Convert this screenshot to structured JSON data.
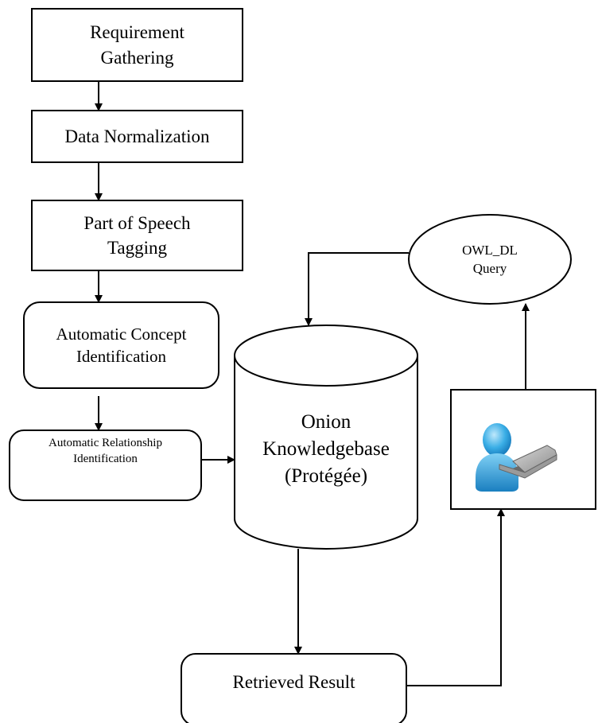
{
  "nodes": {
    "requirement_gathering": "Requirement Gathering",
    "data_normalization": "Data Normalization",
    "pos_tagging": "Part of Speech Tagging",
    "concept_identification": "Automatic Concept Identification",
    "relationship_identification": "Automatic Relationship Identification",
    "knowledgebase": "Onion Knowledgebase (Protégée)",
    "owl_query": "OWL_DL Query",
    "retrieved_result": "Retrieved Result"
  },
  "icons": {
    "user": "user-with-laptop-icon"
  },
  "colors": {
    "stroke": "#000000",
    "user_body": "#2a9fd8",
    "laptop": "#8a8a8a"
  }
}
